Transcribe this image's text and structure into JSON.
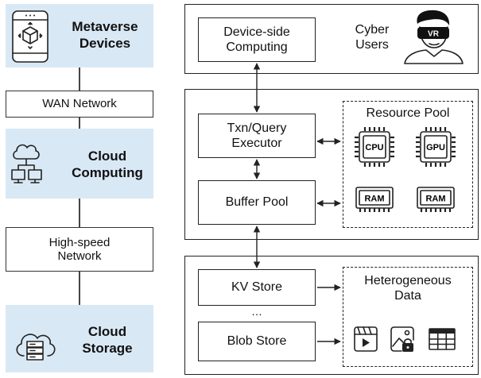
{
  "left_column": {
    "devices": {
      "title": "Metaverse Devices",
      "line1": "Metaverse",
      "line2": "Devices",
      "icon": "smartphone-cube-icon"
    },
    "wan": {
      "label": "WAN Network"
    },
    "cloud_computing": {
      "line1": "Cloud",
      "line2": "Computing",
      "icon": "cloud-computers-icon"
    },
    "high_speed": {
      "line1": "High-speed",
      "line2": "Network"
    },
    "cloud_storage": {
      "line1": "Cloud",
      "line2": "Storage",
      "icon": "cloud-server-icon"
    }
  },
  "top_panel": {
    "device_box": {
      "line1": "Device-side",
      "line2": "Computing"
    },
    "users": {
      "line1": "Cyber",
      "line2": "Users",
      "icon": "vr-user-icon",
      "vr_label": "VR"
    }
  },
  "middle_panel": {
    "executor": {
      "line1": "Txn/Query",
      "line2": "Executor"
    },
    "buffer": {
      "label": "Buffer Pool"
    },
    "resource_pool": {
      "title": "Resource Pool",
      "chips": [
        {
          "label": "CPU",
          "icon": "cpu-chip-icon"
        },
        {
          "label": "GPU",
          "icon": "gpu-chip-icon"
        },
        {
          "label": "RAM",
          "icon": "ram-icon"
        },
        {
          "label": "RAM",
          "icon": "ram-icon"
        }
      ]
    }
  },
  "bottom_panel": {
    "kv": {
      "label": "KV Store"
    },
    "ellipsis": "…",
    "blob": {
      "label": "Blob Store"
    },
    "hetero": {
      "line1": "Heterogeneous",
      "line2": "Data",
      "icons": [
        "video-file-icon",
        "image-locked-icon",
        "table-icon"
      ]
    }
  },
  "colors": {
    "accent_fill": "#d9e8f5",
    "stroke": "#222222"
  }
}
